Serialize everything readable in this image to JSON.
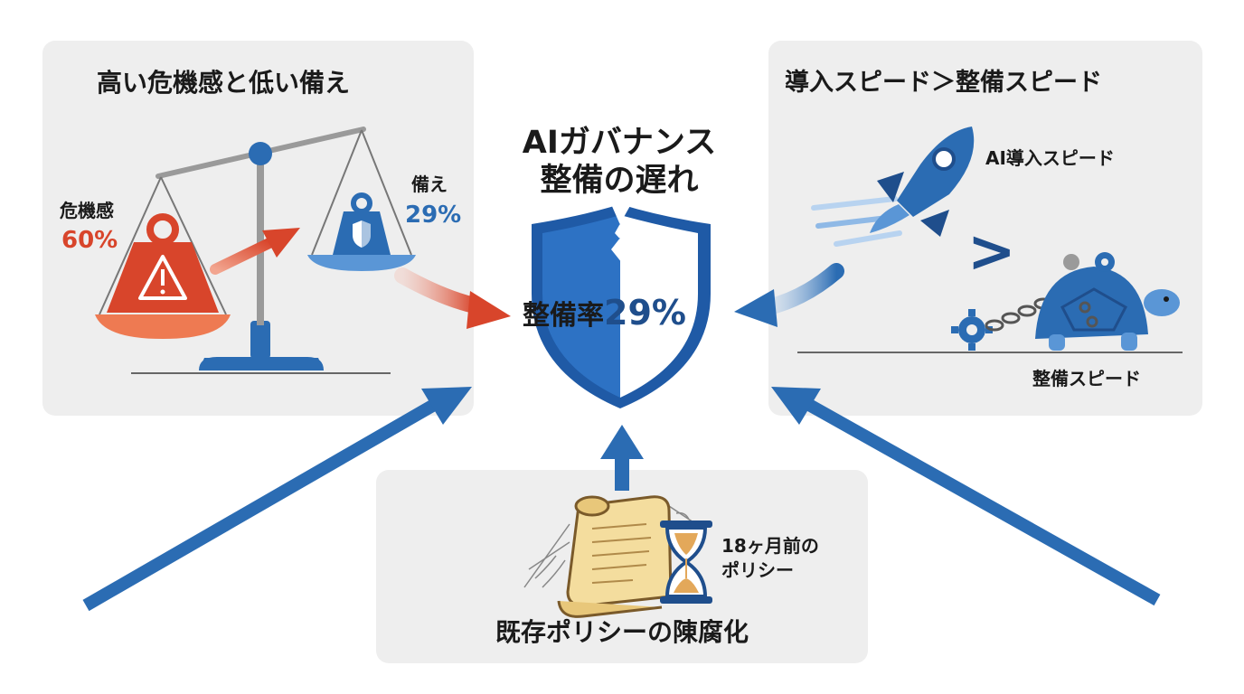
{
  "left_panel": {
    "title": "高い危機感と低い備え",
    "crisis_label": "危機感",
    "crisis_value": "60%",
    "prep_label": "備え",
    "prep_value": "29%"
  },
  "center": {
    "title_line1": "AIガバナンス",
    "title_line2": "整備の遅れ",
    "rate_label": "整備率",
    "rate_value": "29%"
  },
  "right_panel": {
    "title": "導入スピード＞整備スピード",
    "ai_speed_label": "AI導入スピード",
    "gt_symbol": ">",
    "gov_speed_label": "整備スピード"
  },
  "bottom_panel": {
    "title": "既存ポリシーの陳腐化",
    "policy_note_line1": "18ヶ月前の",
    "policy_note_line2": "ポリシー"
  },
  "colors": {
    "panel_bg": "#eeeeee",
    "accent_blue": "#2b6cb3",
    "dark_blue": "#1f4e8c",
    "accent_red": "#d8452b",
    "text": "#1a1a1a"
  }
}
